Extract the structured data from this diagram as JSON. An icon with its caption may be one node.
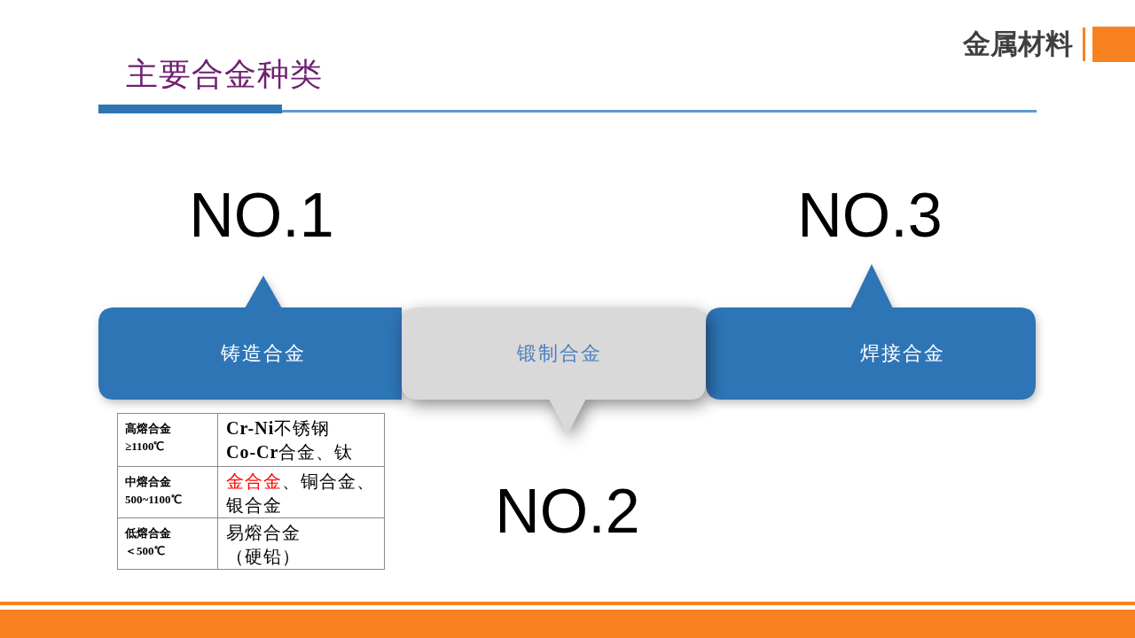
{
  "diagram": {
    "title": "主要合金种类",
    "nodes": [
      {
        "text": [
          "铸造合金"
        ],
        "beside": [
          "NO.1"
        ]
      },
      {
        "text": [
          "锻制合金"
        ],
        "beside": [
          "NO.2"
        ]
      },
      {
        "text": [
          "焊接合金"
        ],
        "beside": [
          "NO.3"
        ]
      }
    ],
    "labels": [
      "金属材料",
      "高熔合金≥1100℃",
      "**Cr-Ni**不锈钢 **Co-Cr**合金、钛",
      "中熔合金500~1100℃",
      "金合金、铜合金、银合金",
      "低熔合金＜500℃",
      "易熔合金（硬铅）"
    ]
  }
}
